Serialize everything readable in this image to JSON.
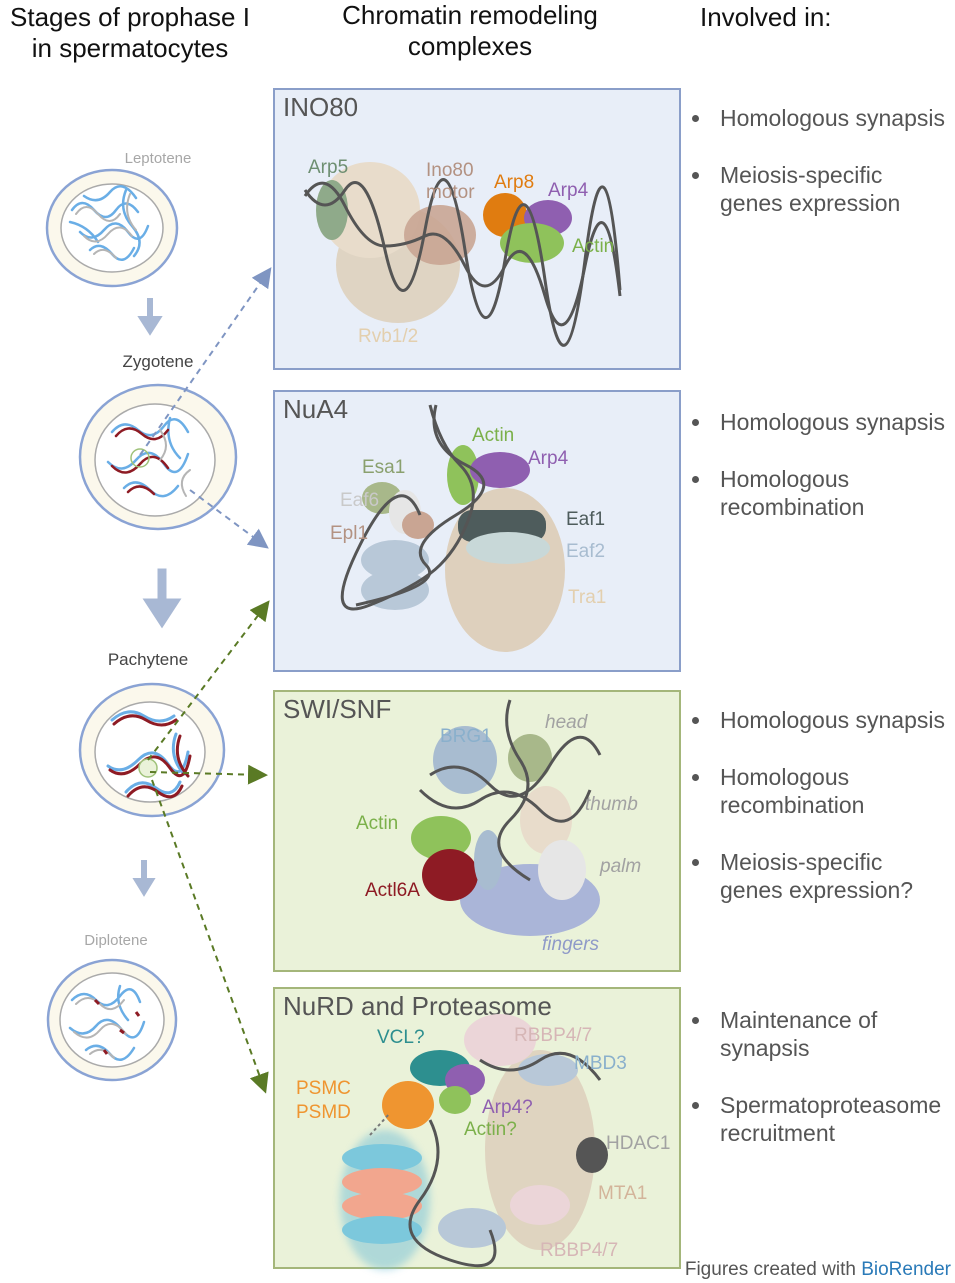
{
  "headers": {
    "stages_line1": "Stages of prophase I",
    "stages_line2": "in spermatocytes",
    "complexes_line1": "Chromatin remodeling",
    "complexes_line2": "complexes",
    "involved": "Involved in:"
  },
  "stages": [
    {
      "label": "Leptotene"
    },
    {
      "label": "Zygotene"
    },
    {
      "label": "Pachytene"
    },
    {
      "label": "Diplotene"
    }
  ],
  "panels": [
    {
      "title": "INO80",
      "labels": {
        "arp5": "Arp5",
        "ino80_1": "Ino80",
        "ino80_2": "motor",
        "arp8": "Arp8",
        "arp4": "Arp4",
        "actin": "Actin",
        "rvb": "Rvb1/2"
      },
      "involved": [
        "Homologous synapsis",
        "Meiosis-specific genes expression"
      ]
    },
    {
      "title": "NuA4",
      "labels": {
        "actin": "Actin",
        "arp4": "Arp4",
        "esa1": "Esa1",
        "eaf6": "Eaf6",
        "epl1": "Epl1",
        "eaf1": "Eaf1",
        "eaf2": "Eaf2",
        "tra1": "Tra1"
      },
      "involved": [
        "Homologous synapsis",
        "Homologous recombination"
      ]
    },
    {
      "title": "SWI/SNF",
      "labels": {
        "brg1": "BRG1",
        "head": "head",
        "thumb": "thumb",
        "actin": "Actin",
        "palm": "palm",
        "actl6a": "Actl6A",
        "fingers": "fingers"
      },
      "involved": [
        "Homologous synapsis",
        "Homologous recombination",
        "Meiosis-specific genes expression?"
      ]
    },
    {
      "title": "NuRD and Proteasome",
      "labels": {
        "vcl": "VCL?",
        "rbbp_top": "RBBP4/7",
        "mbd3": "MBD3",
        "psmc": "PSMC",
        "psmd": "PSMD",
        "arp4": "Arp4?",
        "actin": "Actin?",
        "hdac1": "HDAC1",
        "mta1": "MTA1",
        "rbbp_bot": "RBBP4/7"
      },
      "involved": [
        "Maintenance of synapsis",
        "Spermatoproteasome recruitment"
      ]
    }
  ],
  "credit": {
    "prefix": "Figures created with ",
    "brand": "BioRender"
  },
  "colors": {
    "panel_blue": "#e8eef8",
    "panel_green": "#eaf2d9",
    "arrow_blue": "#7f95c2",
    "arrow_green": "#5a7a25",
    "dna_blue": "#6aaee6",
    "dna_red": "#8e1b24",
    "actin": "#8fc25b",
    "arp4": "#8f5fb0",
    "arp8": "#e07c10",
    "psm": "#ef9530",
    "vcl": "#2d8f8f"
  },
  "icons": [
    "cell-nucleus-icon",
    "dna-helix-icon",
    "protein-complex-icon",
    "arrow-down-icon"
  ]
}
